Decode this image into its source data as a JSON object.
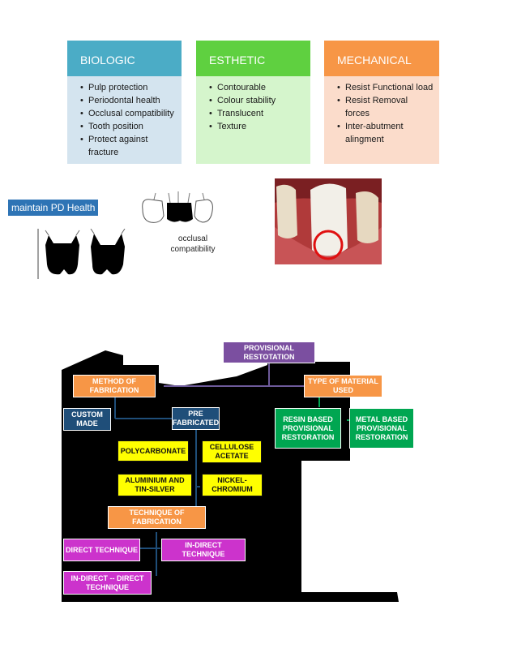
{
  "requirements": {
    "biologic": {
      "header": "BIOLOGIC",
      "items": [
        "Pulp protection",
        "Periodontal health",
        "Occlusal compatibility",
        "Tooth position",
        "Protect against fracture"
      ]
    },
    "esthetic": {
      "header": "ESTHETIC",
      "items": [
        "Contourable",
        "Colour stability",
        "Translucent",
        "Texture"
      ]
    },
    "mechanical": {
      "header": "MECHANICAL",
      "items": [
        "Resist Functional load",
        "Resist Removal forces",
        "Inter-abutment alingment"
      ]
    }
  },
  "images": {
    "pd_health_label": "maintain PD Health",
    "occlusal_caption": "occlusal\ncompatibility"
  },
  "flowchart": {
    "root": "PROVISIONAL\nRESTOTATION",
    "method": "METHOD OF\nFABRICATION",
    "material_type": "TYPE OF MATERIAL\nUSED",
    "custom_made": "CUSTOM\nMADE",
    "pre_fabricated": "PRE\nFABRICATED",
    "resin_based": "RESIN BASED\nPROVISIONAL\nRESTORATION",
    "metal_based": "METAL BASED\nPROVISIONAL\nRESTORATION",
    "polycarbonate": "POLYCARBONATE",
    "cellulose_acetate": "CELLULOSE\nACETATE",
    "aluminium_tin_silver": "ALUMINIUM AND\nTIN-SILVER",
    "nickel_chromium": "NICKEL-\nCHROMIUM",
    "technique": "TECHNIQUE OF\nFABRICATION",
    "direct": "DIRECT TECHNIQUE",
    "indirect": "IN-DIRECT\nTECHNIQUE",
    "indirect_direct": "IN-DIRECT -- DIRECT\nTECHNIQUE"
  },
  "colors": {
    "biologic_header": "#4bacc6",
    "biologic_body": "#d4e4ef",
    "esthetic_header": "#5fd040",
    "esthetic_body": "#d5f5cc",
    "mechanical_header": "#f79646",
    "mechanical_body": "#fbdccb",
    "purple": "#7b4fa0",
    "orange": "#f79646",
    "navy": "#1f4e79",
    "green": "#00a651",
    "yellow": "#ffff00",
    "magenta": "#cc33cc"
  }
}
